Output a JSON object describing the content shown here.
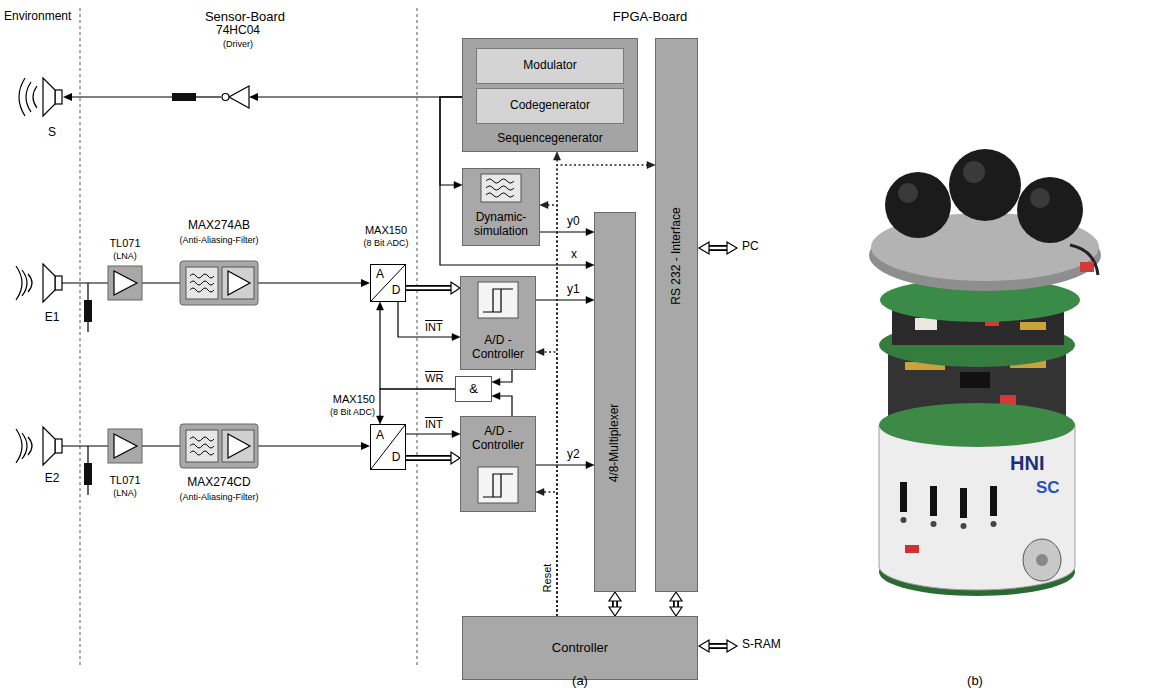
{
  "diagram": {
    "nodes": [
      {
        "text": [
          "Sequencegenerator"
        ]
      },
      {
        "text": [
          "Modulator"
        ],
        "in": 0
      },
      {
        "text": [
          "Codegenerator"
        ],
        "in": 0
      },
      {
        "text": [
          "Dynamic- simulation"
        ]
      },
      {
        "text": [
          "4/8-Multiplexer"
        ]
      },
      {
        "text": [
          "RS 232 - Interface"
        ]
      },
      {
        "text": [
          "A/D - Controller"
        ]
      },
      {
        "text": [
          "&"
        ]
      },
      {
        "text": [
          "A/D - Controller"
        ]
      },
      {
        "text": [
          "Controller"
        ]
      },
      {
        "text": [
          "A",
          "D"
        ]
      },
      {
        "text": [
          "A",
          "D"
        ]
      }
    ],
    "edges": [
      {
        "from": 0,
        "to": 3,
        "arrow": "to"
      },
      {
        "from": 0,
        "to": 4,
        "label": "x",
        "arrow": "to"
      },
      {
        "from": 3,
        "to": 4,
        "label": "y0",
        "arrow": "to"
      },
      {
        "from": 10,
        "to": 6,
        "arrow": "to"
      },
      {
        "from": 10,
        "to": 6,
        "label": "INT",
        "arrow": "to"
      },
      {
        "from": 6,
        "to": 4,
        "label": "y1",
        "arrow": "to"
      },
      {
        "from": 6,
        "to": 7,
        "arrow": "to"
      },
      {
        "from": 8,
        "to": 7,
        "arrow": "to"
      },
      {
        "from": 7,
        "to": 10,
        "label": "WR",
        "arrow": "to"
      },
      {
        "from": 7,
        "to": 11,
        "arrow": "to"
      },
      {
        "from": 11,
        "to": 8,
        "arrow": "to"
      },
      {
        "from": 11,
        "to": 8,
        "label": "INT",
        "arrow": "to"
      },
      {
        "from": 8,
        "to": 4,
        "label": "y2",
        "arrow": "to"
      },
      {
        "from": 4,
        "to": 9,
        "arrow": "both"
      },
      {
        "from": 5,
        "to": 9,
        "arrow": "both"
      },
      {
        "from": 9,
        "to": 0,
        "label": "Reset",
        "arrow": "to"
      },
      {
        "from": 9,
        "to": 5,
        "arrow": "to"
      },
      {
        "from": 9,
        "to": 3,
        "arrow": "to"
      },
      {
        "from": 9,
        "to": 6,
        "arrow": "to"
      },
      {
        "from": 9,
        "to": 8,
        "arrow": "to"
      }
    ],
    "labels": [
      "Environment",
      "Sensor-Board",
      "FPGA-Board",
      "74HC04",
      "(Driver)",
      "S",
      "TL071",
      "(LNA)",
      "MAX274AB",
      "(Anti-Aliasing-Filter)",
      "MAX150",
      "(8 Bit ADC)",
      "E1",
      "TL071",
      "(LNA)",
      "MAX274CD",
      "(Anti-Aliasing-Filter)",
      "MAX150",
      "(8 Bit ADC)",
      "E2",
      "PC",
      "S-RAM",
      "(a)",
      "(b)",
      "HNI",
      "SC"
    ]
  }
}
